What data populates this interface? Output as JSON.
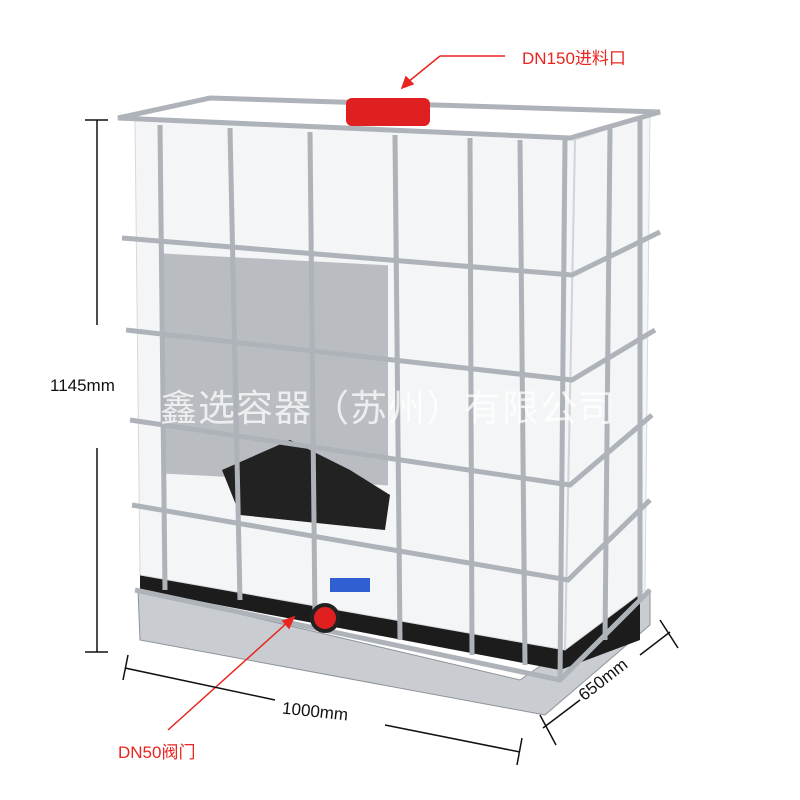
{
  "labels": {
    "inlet": "DN150进料口",
    "valve": "DN50阀门",
    "height": "1145mm",
    "length": "1000mm",
    "width": "650mm"
  },
  "watermark": "鑫选容器（苏州）有限公司",
  "colors": {
    "annotation_red": "#e8251f",
    "cap_red": "#e02020",
    "frame_steel": "#b8bcc2"
  }
}
